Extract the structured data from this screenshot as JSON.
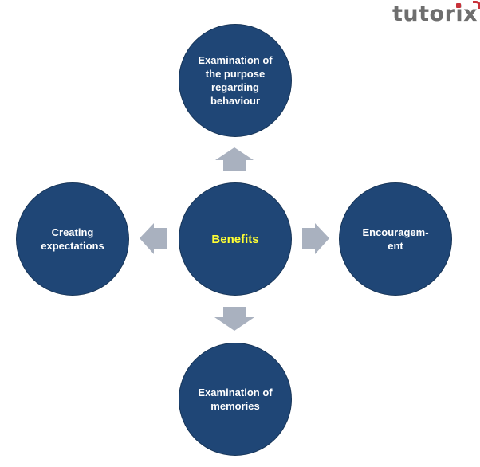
{
  "logo": {
    "text_start": "tutor",
    "text_i": "i",
    "text_x": "x"
  },
  "diagram": {
    "center": "Benefits",
    "top": "Examination of\nthe purpose\nregarding\nbehaviour",
    "left": "Creating\nexpectations",
    "right": "Encouragem-\nent",
    "bottom": "Examination of\nmemories"
  },
  "colors": {
    "circle_fill": "#1f4676",
    "center_text": "#ffff33",
    "node_text": "#ffffff",
    "arrow": "#a9b1bf",
    "logo_gray": "#6e6e6e",
    "logo_accent": "#c8323a"
  }
}
